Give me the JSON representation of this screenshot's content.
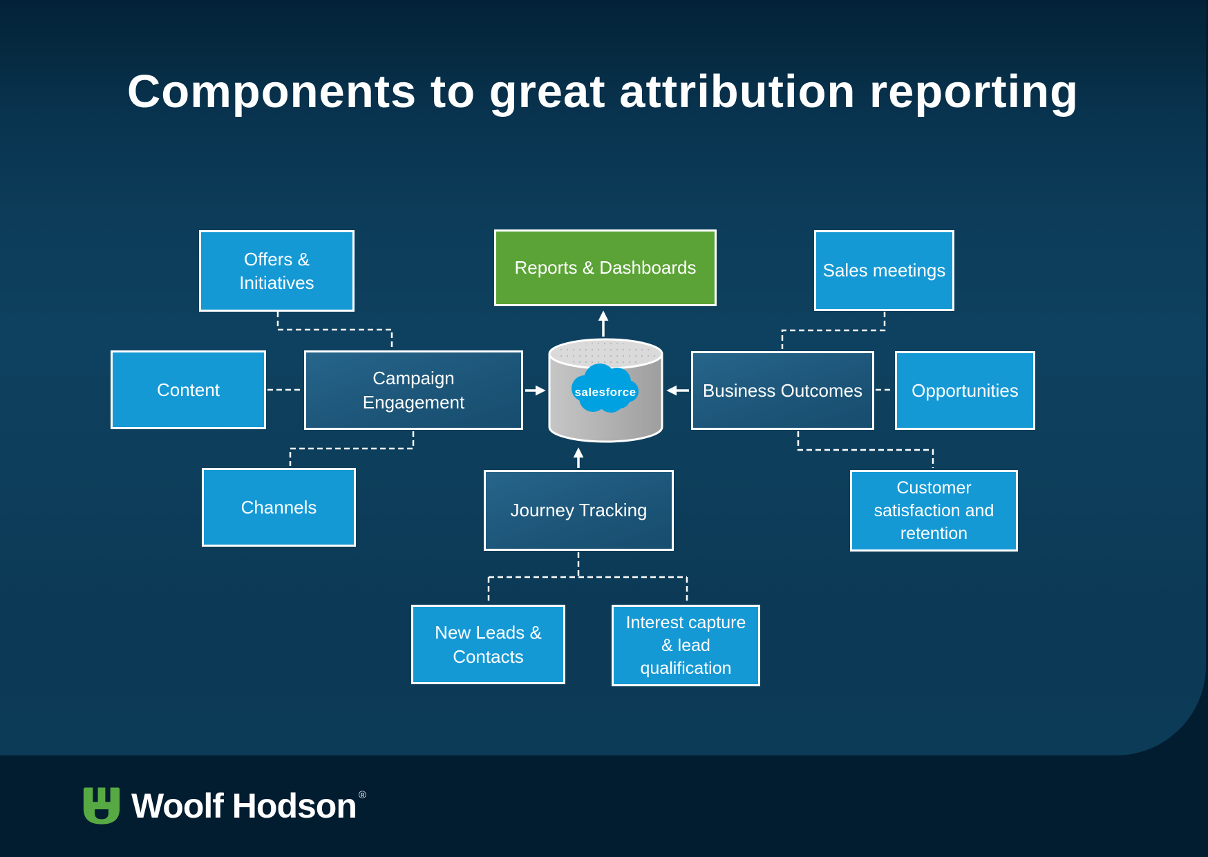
{
  "slide": {
    "title": "Components to great attribution reporting"
  },
  "diagram": {
    "center": {
      "label": "salesforce",
      "shape": "database-cylinder"
    },
    "nodes": {
      "offers": {
        "label": "Offers &\nInitiatives",
        "style": "light-blue"
      },
      "reports": {
        "label": "Reports & Dashboards",
        "style": "green"
      },
      "sales_meetings": {
        "label": "Sales meetings",
        "style": "light-blue"
      },
      "content": {
        "label": "Content",
        "style": "light-blue"
      },
      "campaign": {
        "label": "Campaign\nEngagement",
        "style": "dark-blue"
      },
      "business": {
        "label": "Business Outcomes",
        "style": "dark-blue"
      },
      "opportunities": {
        "label": "Opportunities",
        "style": "light-blue"
      },
      "channels": {
        "label": "Channels",
        "style": "light-blue"
      },
      "journey": {
        "label": "Journey Tracking",
        "style": "dark-blue"
      },
      "customer": {
        "label": "Customer\nsatisfaction and\nretention",
        "style": "light-blue"
      },
      "new_leads": {
        "label": "New Leads &\nContacts",
        "style": "light-blue"
      },
      "interest": {
        "label": "Interest capture\n& lead\nqualification",
        "style": "light-blue"
      }
    },
    "connections": [
      {
        "from": "offers",
        "to": "campaign",
        "style": "dashed"
      },
      {
        "from": "content",
        "to": "campaign",
        "style": "dashed"
      },
      {
        "from": "channels",
        "to": "campaign",
        "style": "dashed"
      },
      {
        "from": "sales_meetings",
        "to": "business",
        "style": "dashed"
      },
      {
        "from": "opportunities",
        "to": "business",
        "style": "dashed"
      },
      {
        "from": "customer",
        "to": "business",
        "style": "dashed"
      },
      {
        "from": "new_leads",
        "to": "journey",
        "style": "dashed"
      },
      {
        "from": "interest",
        "to": "journey",
        "style": "dashed"
      },
      {
        "from": "campaign",
        "to": "salesforce",
        "style": "solid-arrow"
      },
      {
        "from": "business",
        "to": "salesforce",
        "style": "solid-arrow"
      },
      {
        "from": "journey",
        "to": "salesforce",
        "style": "solid-arrow"
      },
      {
        "from": "salesforce",
        "to": "reports",
        "style": "solid-arrow"
      }
    ]
  },
  "footer": {
    "brand": "Woolf Hodson",
    "registered_mark": "®"
  },
  "colors": {
    "background_panel": "#0c3c59",
    "background_base": "#021c30",
    "node_light_blue": "#1599d5",
    "node_dark_blue": "#1d5678",
    "node_green": "#5ba336",
    "salesforce_blue": "#00a1e0",
    "cylinder_gray": "#b7b7b7",
    "connector_white": "#ffffff",
    "logo_green": "#57a944",
    "text_white": "#ffffff"
  }
}
